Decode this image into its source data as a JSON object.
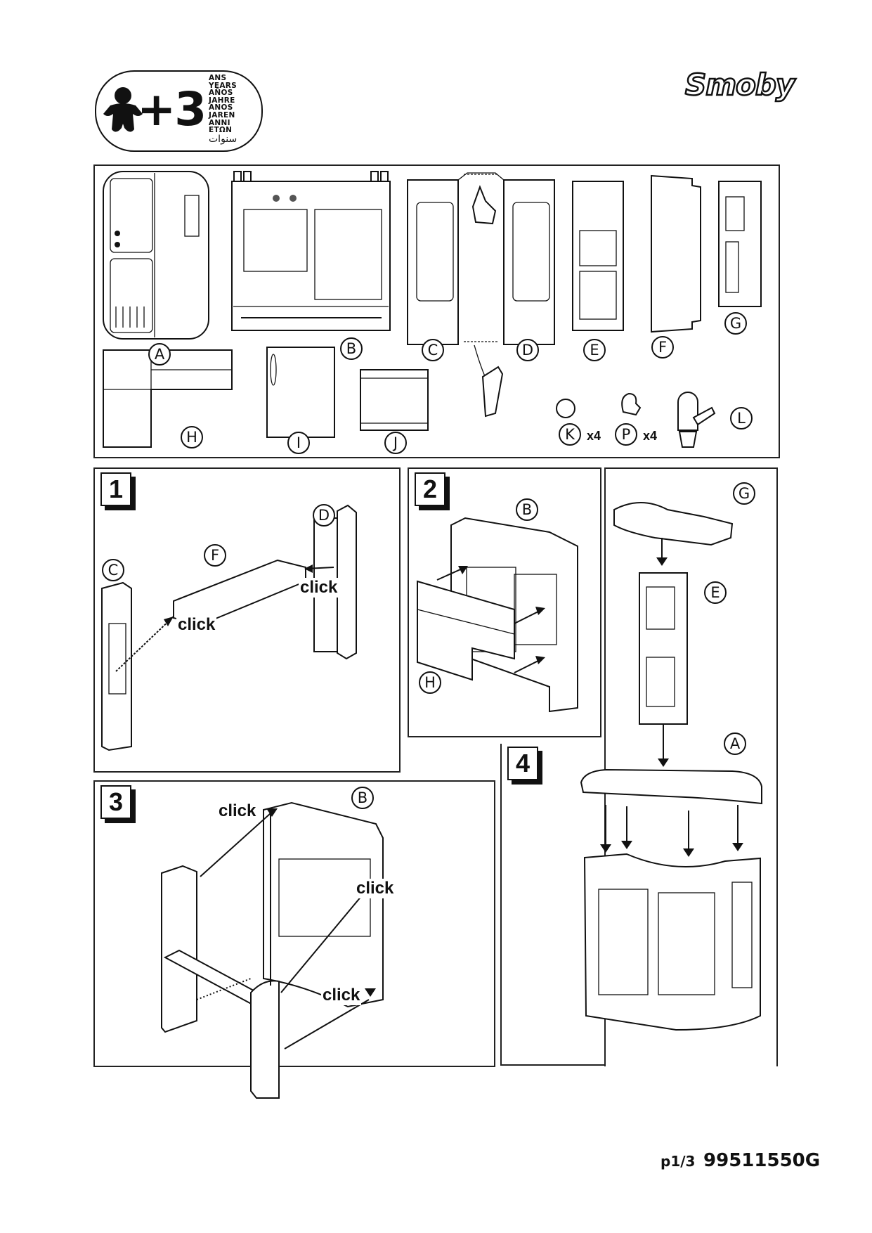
{
  "header": {
    "age_badge": {
      "prefix": "+3",
      "icon": "child-figure-icon",
      "languages": [
        "ANS",
        "YEARS",
        "AÑOS",
        "JAHRE",
        "ANOS",
        "JAREN",
        "ANNI",
        "ETΩN",
        "سنوات"
      ]
    },
    "brand": "Smoby"
  },
  "parts_overview": {
    "parts": [
      {
        "id": "A",
        "label": "A"
      },
      {
        "id": "B",
        "label": "B"
      },
      {
        "id": "C",
        "label": "C"
      },
      {
        "id": "D",
        "label": "D"
      },
      {
        "id": "E",
        "label": "E"
      },
      {
        "id": "F",
        "label": "F"
      },
      {
        "id": "G",
        "label": "G"
      },
      {
        "id": "H",
        "label": "H"
      },
      {
        "id": "I",
        "label": "I"
      },
      {
        "id": "J",
        "label": "J"
      },
      {
        "id": "K",
        "label": "K",
        "quantity": "x4"
      },
      {
        "id": "P",
        "label": "P",
        "quantity": "x4"
      },
      {
        "id": "L",
        "label": "L"
      }
    ]
  },
  "steps": [
    {
      "number": "1",
      "part_labels": [
        "C",
        "F",
        "D"
      ],
      "callouts": [
        "click",
        "click"
      ]
    },
    {
      "number": "2",
      "part_labels": [
        "B",
        "H"
      ],
      "callouts": []
    },
    {
      "number": "3",
      "part_labels": [
        "B"
      ],
      "callouts": [
        "click",
        "click",
        "click"
      ]
    },
    {
      "number": "4",
      "part_labels": [
        "G",
        "E",
        "A"
      ],
      "callouts": []
    }
  ],
  "footer": {
    "page": "p1/3",
    "reference_code": "99511550G"
  }
}
